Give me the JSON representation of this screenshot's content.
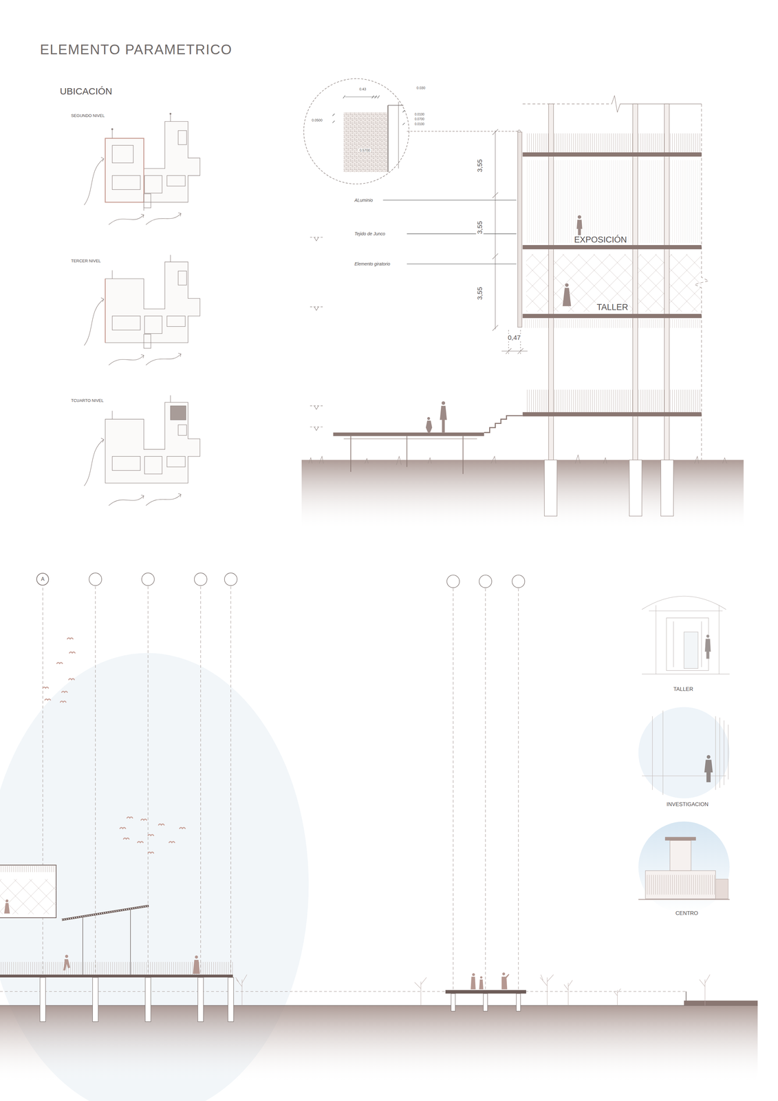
{
  "diagram": {
    "title": "ELEMENTO PARAMETRICO",
    "nodes": [
      {
        "text": [
          "A"
        ]
      }
    ],
    "labels": [
      "UBICACIÓN",
      "SEGUNDO NIVEL",
      "TERCER NIVEL",
      "TCUARTO NIVEL",
      "0.43",
      "0.030",
      "0.0500",
      "0.0100",
      "0.0700",
      "0.0100",
      "0.5700",
      "3,55",
      "3,55",
      "3,55",
      "0,47",
      "ALuminio",
      "Tejido de Junco",
      "Elemento giratorio",
      "EXPOSICIÓN",
      "TALLER",
      "TALLER",
      "INVESTIGACION",
      "CENTRO"
    ]
  }
}
